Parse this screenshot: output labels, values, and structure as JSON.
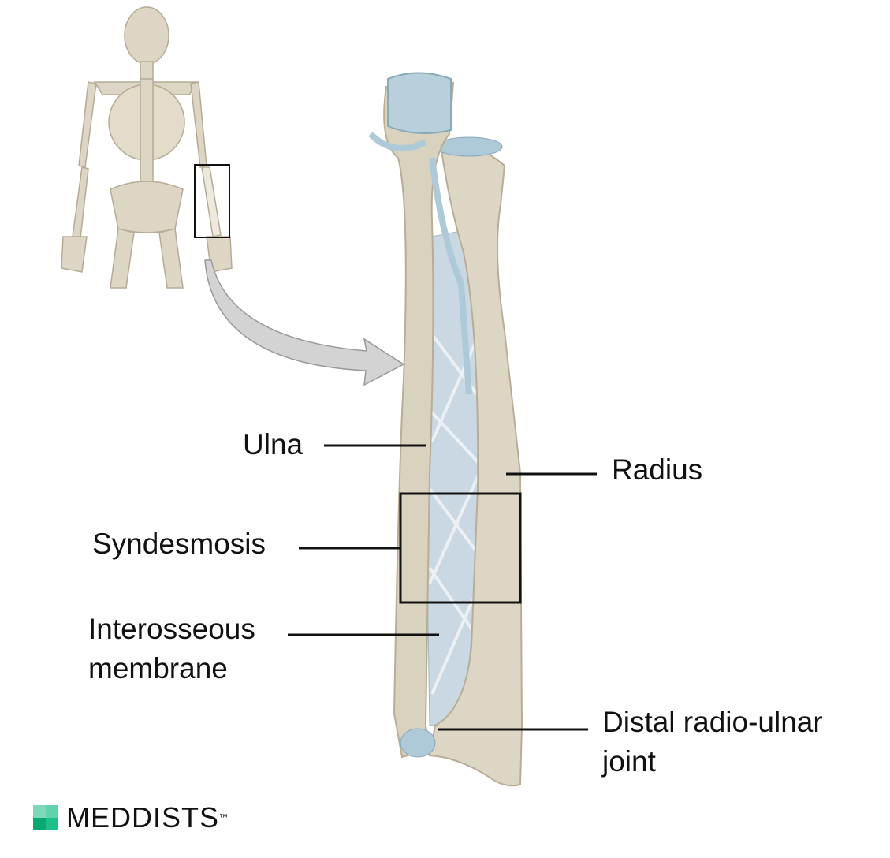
{
  "labels": {
    "ulna": "Ulna",
    "radius": "Radius",
    "syndesmosis": "Syndesmosis",
    "interosseous_line1": "Interosseous",
    "interosseous_line2": "membrane",
    "distal_line1": "Distal radio-ulnar",
    "distal_line2": "joint"
  },
  "logo": {
    "text": "MEDDISTS",
    "trademark": "™"
  },
  "colors": {
    "bone": "#ddd6c4",
    "bone_shade": "#c9bfa8",
    "membrane": "#c9d8e2",
    "cartilage": "#aecad8",
    "logo_green": "#1dbf8a"
  }
}
